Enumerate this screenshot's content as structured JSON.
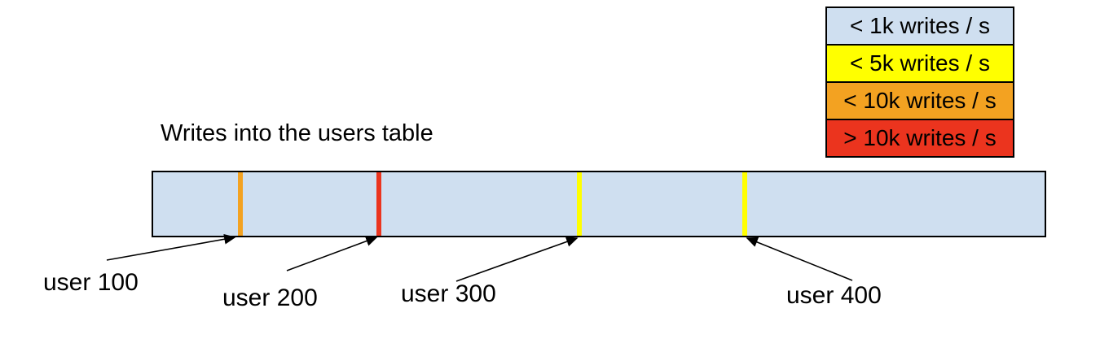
{
  "title": "Writes into the users table",
  "legend": {
    "items": [
      {
        "label": "< 1k writes / s",
        "color": "#cfdff0"
      },
      {
        "label": "< 5k writes / s",
        "color": "#ffff00"
      },
      {
        "label": "< 10k writes / s",
        "color": "#f3a221"
      },
      {
        "label": "> 10k writes / s",
        "color": "#eb341e"
      }
    ]
  },
  "bar": {
    "fill_color": "#cfdff0",
    "border_color": "#000000",
    "stripes": [
      {
        "user": "user 100",
        "color": "#f3a221",
        "band": "< 10k writes / s"
      },
      {
        "user": "user 200",
        "color": "#eb341e",
        "band": "> 10k writes / s"
      },
      {
        "user": "user 300",
        "color": "#ffff00",
        "band": "< 5k writes / s"
      },
      {
        "user": "user 400",
        "color": "#ffff00",
        "band": "< 5k writes / s"
      }
    ]
  }
}
